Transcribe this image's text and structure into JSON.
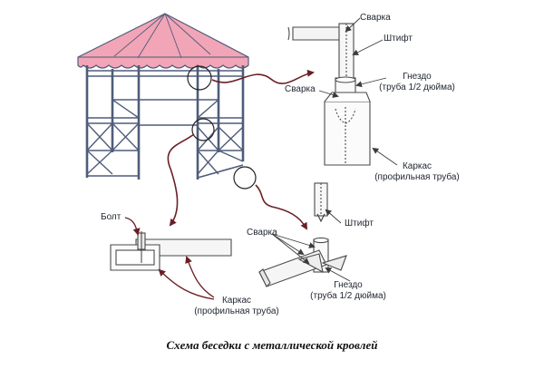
{
  "labels": {
    "weld_top": "Сварка",
    "pin_top": "Штифт",
    "socket_top": "Гнездо",
    "socket_top_sub": "(труба 1/2 дюйма)",
    "weld_mid": "Сварка",
    "frame_right": "Каркас",
    "frame_right_sub": "(профильная труба)",
    "bolt": "Болт",
    "pin_bottom": "Штифт",
    "weld_bottom": "Сварка",
    "socket_bottom": "Гнездо",
    "socket_bottom_sub": "(труба 1/2 дюйма)",
    "frame_bottom": "Каркас",
    "frame_bottom_sub": "(профильная труба)"
  },
  "caption": "Схема беседки с металлической кровлей",
  "colors": {
    "roof_fill": "#f2a5b7",
    "frame_stroke": "#4f5c7a",
    "arrow": "#6b1f24",
    "detail_stroke": "#4a4a4a"
  }
}
